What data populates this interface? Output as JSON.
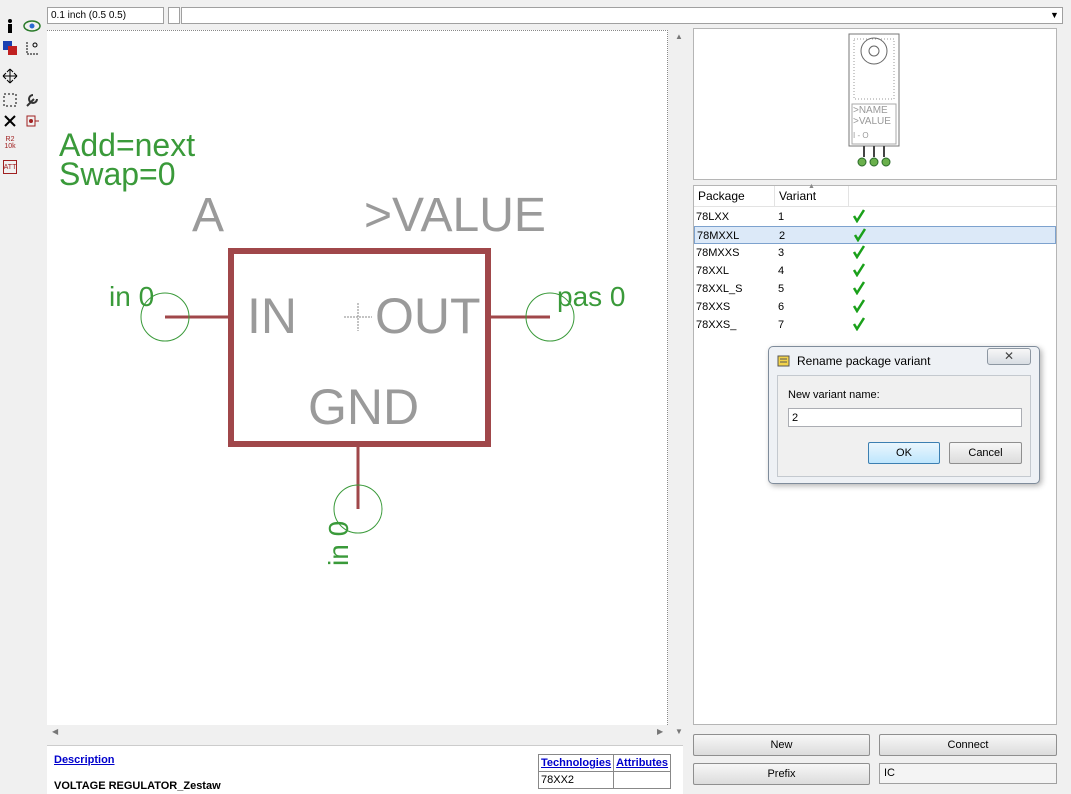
{
  "toolbar": {
    "grid_display": "0.1 inch (0.5 0.5)",
    "command_input": ""
  },
  "left_tools": [
    "info-icon",
    "eye-icon",
    "layers-icon",
    "mark-icon",
    "move-icon",
    "select-icon",
    "wrench-icon",
    "delete-icon",
    "pin-icon",
    "name-icon",
    "attribute-icon"
  ],
  "left_tool_labels": {
    "name_r": "R2",
    "name_v": "10k",
    "attr": "ATT"
  },
  "symbol": {
    "addlevel": "Add=next",
    "swaplevel": "Swap=0",
    "gate_name": "A",
    "value": ">VALUE",
    "pin_in_label": "in 0",
    "pin_out_label": "pas 0",
    "pin_gnd_label": "in 0",
    "text_in": "IN",
    "text_out": "OUT",
    "text_gnd": "GND",
    "body_color": "#a0474a",
    "pin_text_color": "#3a9a3a",
    "gray_text_color": "#9a9a9a"
  },
  "preview": {
    "name": ">NAME",
    "value": ">VALUE",
    "pins": "I - O"
  },
  "package_list": {
    "columns": [
      "Package",
      "Variant"
    ],
    "rows": [
      {
        "package": "78LXX",
        "variant": "1",
        "ok": true,
        "selected": false
      },
      {
        "package": "78MXXL",
        "variant": "2",
        "ok": true,
        "selected": true
      },
      {
        "package": "78MXXS",
        "variant": "3",
        "ok": true,
        "selected": false
      },
      {
        "package": "78XXL",
        "variant": "4",
        "ok": true,
        "selected": false
      },
      {
        "package": "78XXL_S",
        "variant": "5",
        "ok": true,
        "selected": false
      },
      {
        "package": "78XXS",
        "variant": "6",
        "ok": true,
        "selected": false
      },
      {
        "package": "78XXS_",
        "variant": "7",
        "ok": true,
        "selected": false
      }
    ]
  },
  "buttons": {
    "new": "New",
    "connect": "Connect",
    "prefix": "Prefix",
    "prefix_value": "IC"
  },
  "description": {
    "link": "Description",
    "text": "VOLTAGE REGULATOR_Zestaw"
  },
  "technologies": {
    "tech_header": "Technologies",
    "attr_header": "Attributes",
    "tech_value": "78XX2",
    "attr_value": ""
  },
  "dialog": {
    "title": "Rename package variant",
    "label": "New variant name:",
    "value": "2",
    "ok": "OK",
    "cancel": "Cancel",
    "close": "✕"
  }
}
